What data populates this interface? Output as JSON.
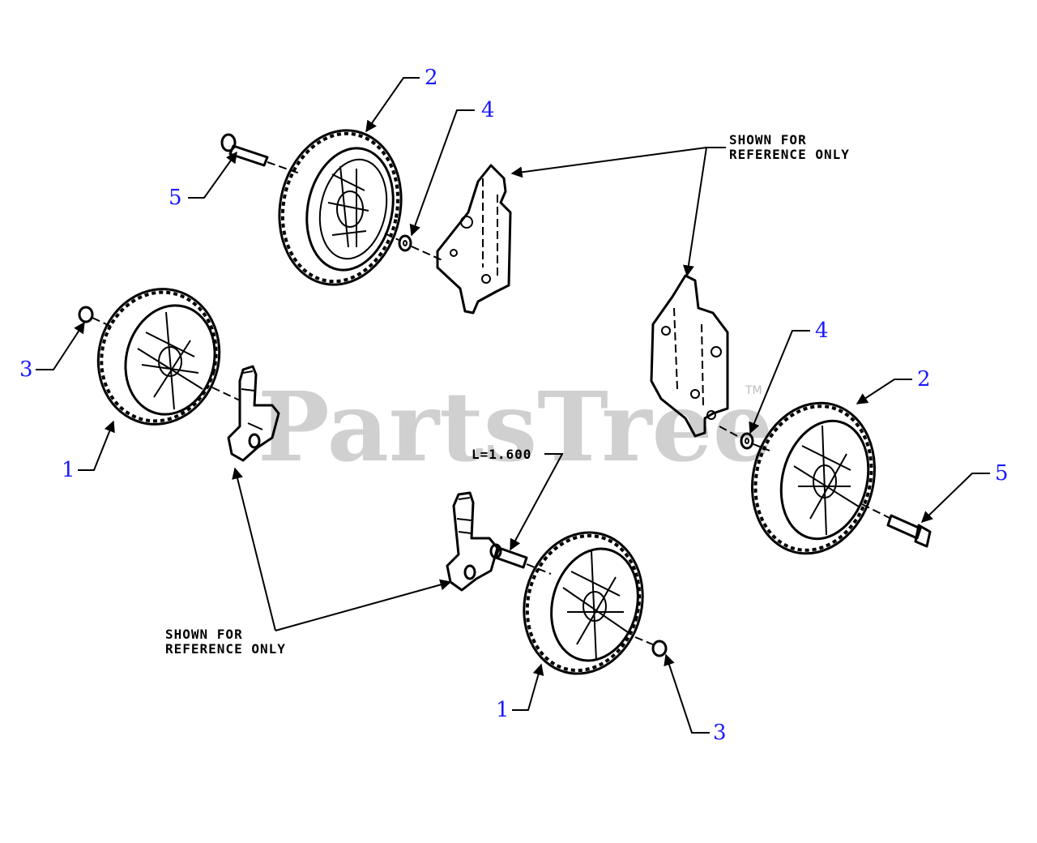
{
  "watermark": {
    "brand": "PartsTree",
    "trademark": "TM"
  },
  "notes": {
    "top_right_line1": "SHOWN FOR",
    "top_right_line2": "REFERENCE ONLY",
    "bottom_left_line1": "SHOWN FOR",
    "bottom_left_line2": "REFERENCE ONLY",
    "dimension": "L=1.600"
  },
  "callouts": [
    {
      "label": "2"
    },
    {
      "label": "4"
    },
    {
      "label": "5"
    },
    {
      "label": "3"
    },
    {
      "label": "1"
    },
    {
      "label": "4"
    },
    {
      "label": "2"
    },
    {
      "label": "5"
    },
    {
      "label": "1"
    },
    {
      "label": "3"
    }
  ],
  "colors": {
    "callout": "#1a1aff",
    "ink": "#000000",
    "watermark": "#c8c8c8"
  }
}
